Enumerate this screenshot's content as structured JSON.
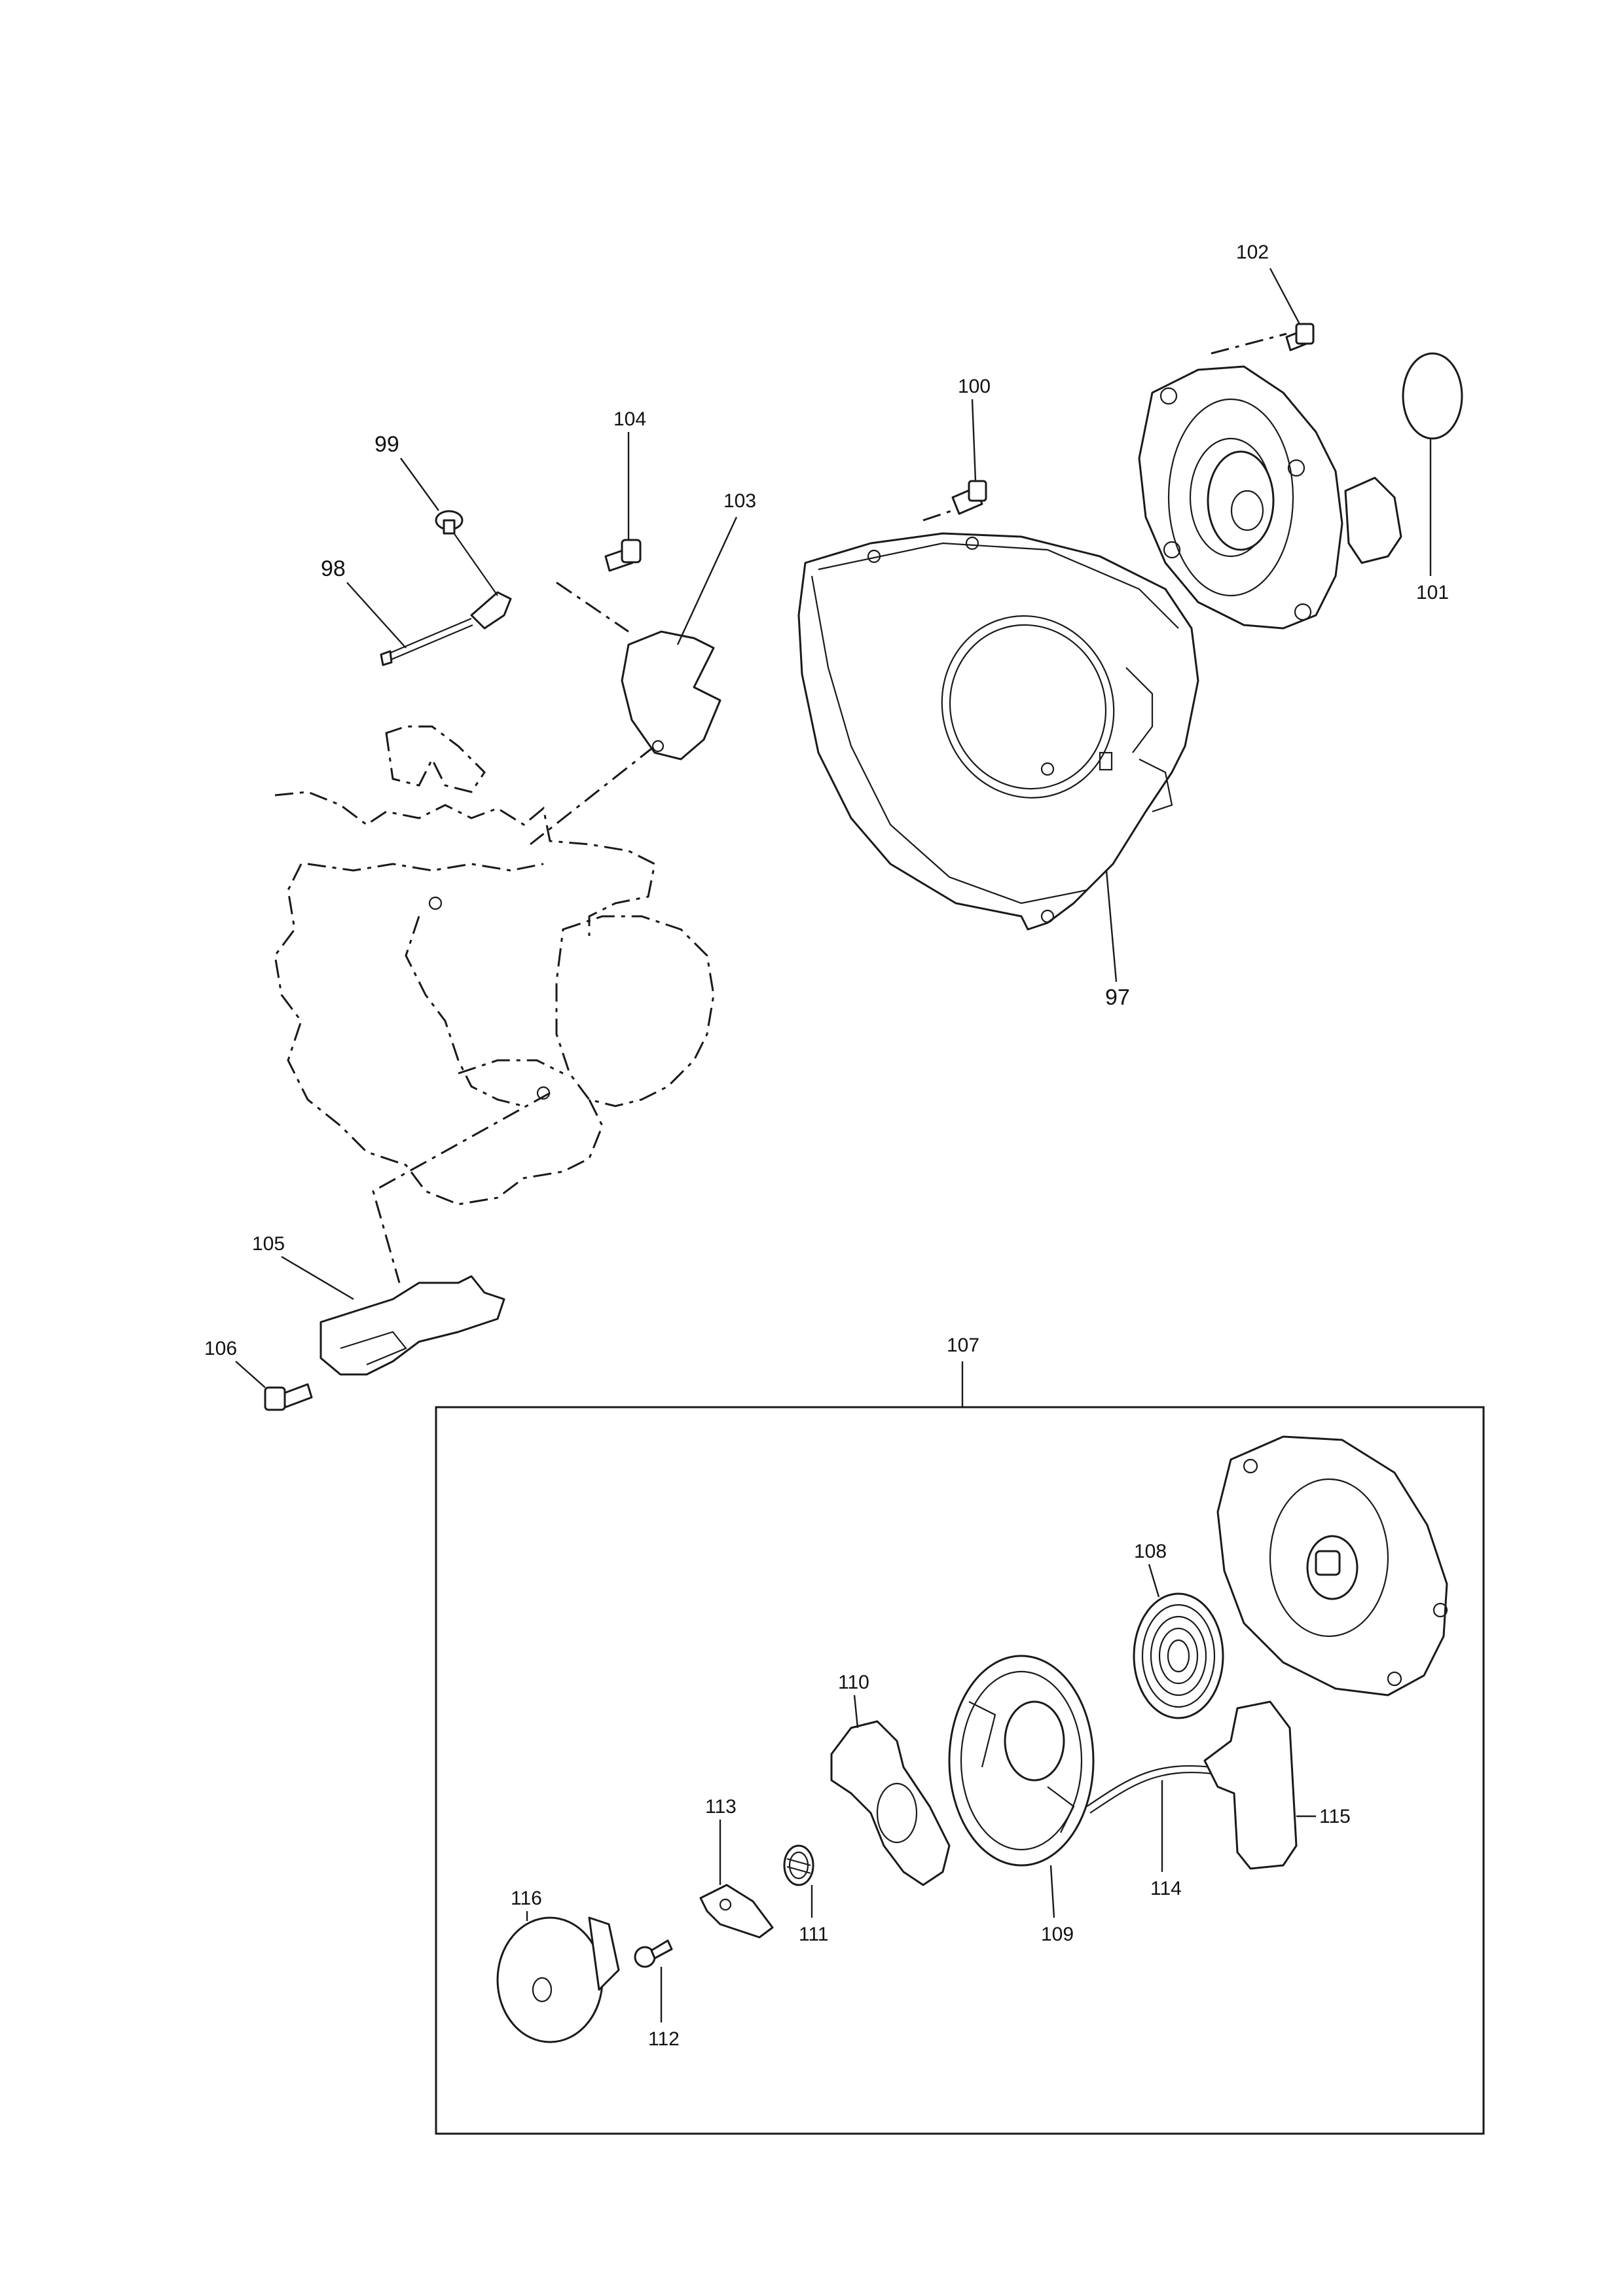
{
  "diagram": {
    "callouts": [
      {
        "id": "97",
        "label": "97"
      },
      {
        "id": "98",
        "label": "98"
      },
      {
        "id": "99",
        "label": "99"
      },
      {
        "id": "100",
        "label": "100"
      },
      {
        "id": "101",
        "label": "101"
      },
      {
        "id": "102",
        "label": "102"
      },
      {
        "id": "103",
        "label": "103"
      },
      {
        "id": "104",
        "label": "104"
      },
      {
        "id": "105",
        "label": "105"
      },
      {
        "id": "106",
        "label": "106"
      },
      {
        "id": "107",
        "label": "107"
      },
      {
        "id": "108",
        "label": "108"
      },
      {
        "id": "109",
        "label": "109"
      },
      {
        "id": "110",
        "label": "110"
      },
      {
        "id": "111",
        "label": "111"
      },
      {
        "id": "112",
        "label": "112"
      },
      {
        "id": "113",
        "label": "113"
      },
      {
        "id": "114",
        "label": "114"
      },
      {
        "id": "115",
        "label": "115"
      },
      {
        "id": "116",
        "label": "116"
      }
    ]
  }
}
